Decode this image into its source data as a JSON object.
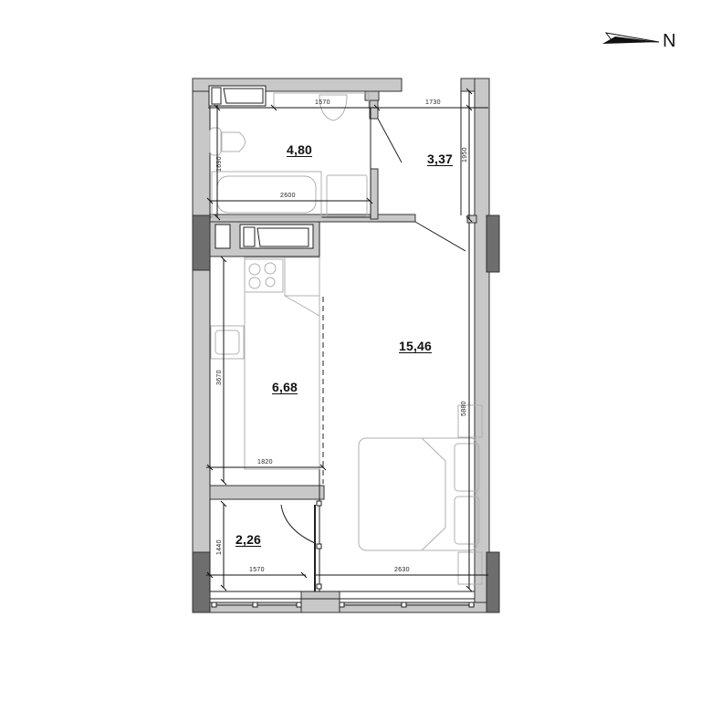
{
  "plan": {
    "north_label": "N",
    "rooms": [
      {
        "id": "bathroom",
        "area": "4,80"
      },
      {
        "id": "hallway",
        "area": "3,37"
      },
      {
        "id": "kitchen",
        "area": "6,68"
      },
      {
        "id": "living-room",
        "area": "15,46"
      },
      {
        "id": "balcony",
        "area": "2,26"
      }
    ],
    "dimensions": {
      "bath_top_width": "1570",
      "hall_top_width": "1730",
      "bath_height": "1690",
      "hall_height": "1950",
      "bath_bottom_width": "2600",
      "kitchen_height": "3670",
      "kitchen_width": "1820",
      "living_height": "5880",
      "balcony_height": "1440",
      "balcony_width": "1570",
      "living_width": "2630"
    },
    "colors": {
      "wall_light": "#c8c8c8",
      "wall_dark": "#6e6e6e",
      "line": "#1a1a1a",
      "furniture": "#b0b0b0"
    }
  }
}
